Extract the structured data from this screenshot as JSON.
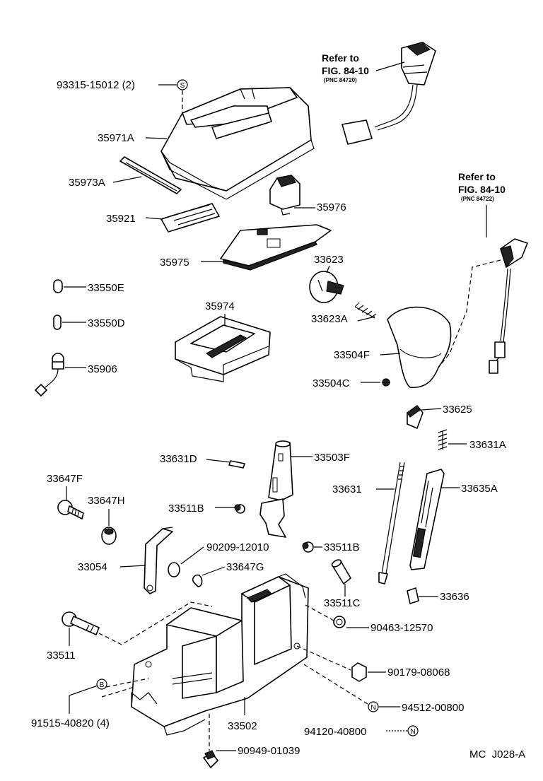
{
  "references": [
    {
      "refer": "Refer to",
      "fig": "FIG. 84-10",
      "pnc": "(PNC 84720)"
    },
    {
      "refer": "Refer to",
      "fig": "FIG. 84-10",
      "pnc": "(PNC 84722)"
    }
  ],
  "markers": {
    "s": "S",
    "b": "B",
    "n": "N"
  },
  "labels": {
    "p93315": "93315-15012 (2)",
    "p35971A": "35971A",
    "p35973A": "35973A",
    "p35921": "35921",
    "p35976": "35976",
    "p35975": "35975",
    "p33623": "33623",
    "p33550E": "33550E",
    "p33550D": "33550D",
    "p35974": "35974",
    "p33623A": "33623A",
    "p33504F": "33504F",
    "p35906": "35906",
    "p33504C": "33504C",
    "p33625": "33625",
    "p33631A": "33631A",
    "p33631D": "33631D",
    "p33503F": "33503F",
    "p33647F": "33647F",
    "p33631": "33631",
    "p33635A": "33635A",
    "p33647H": "33647H",
    "p33511B_1": "33511B",
    "p90209": "90209-12010",
    "p33511B_2": "33511B",
    "p33054": "33054",
    "p33647G": "33647G",
    "p33511C": "33511C",
    "p33636": "33636",
    "p90463": "90463-12570",
    "p33511": "33511",
    "p90179": "90179-08068",
    "p91515": "91515-40820 (4)",
    "p33502": "33502",
    "p94512": "94512-00800",
    "p94120": "94120-40800",
    "p90949": "90949-01039"
  },
  "footer": {
    "code": "MC  J028-A"
  }
}
